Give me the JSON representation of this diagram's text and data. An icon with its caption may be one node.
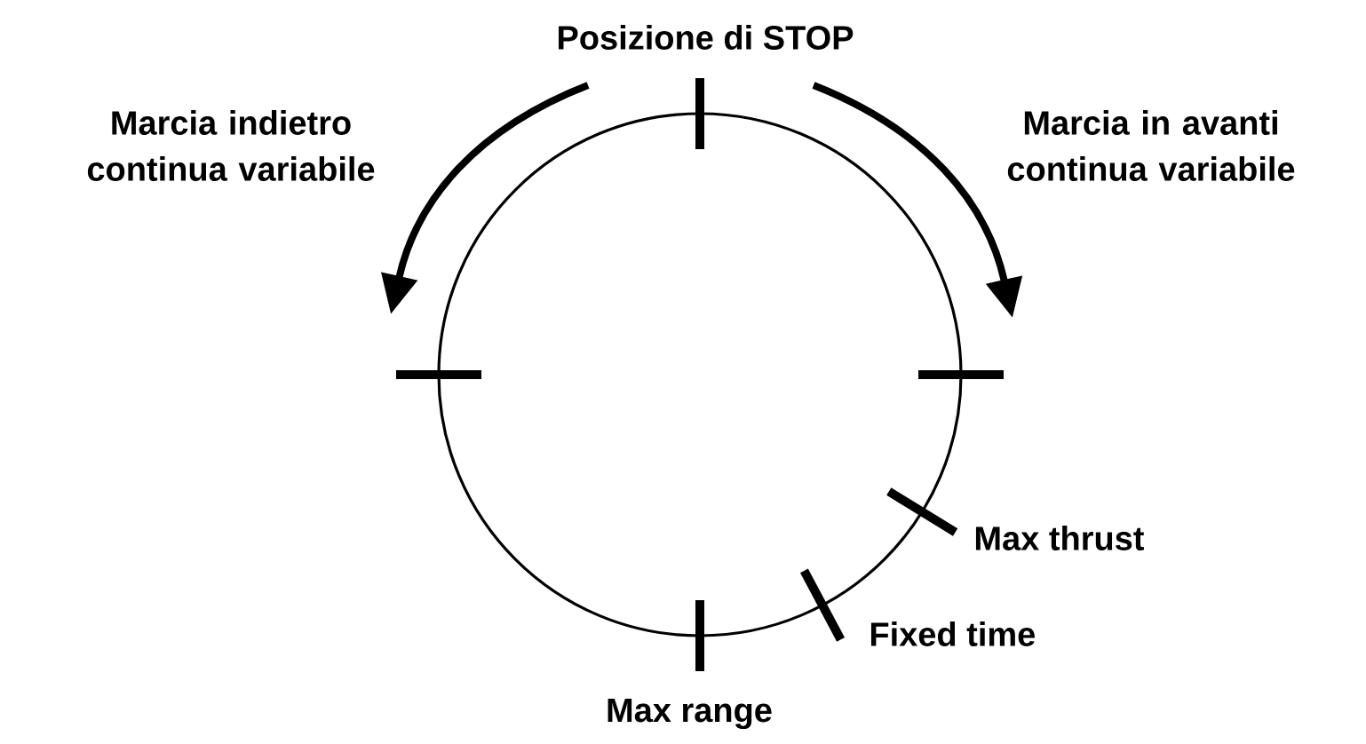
{
  "diagram": {
    "labels": [
      "Posizione di STOP",
      "Marcia indietro continua variabile",
      "Marcia in avanti continua variabile",
      "Max thrust",
      "Fixed time",
      "Max range"
    ]
  }
}
